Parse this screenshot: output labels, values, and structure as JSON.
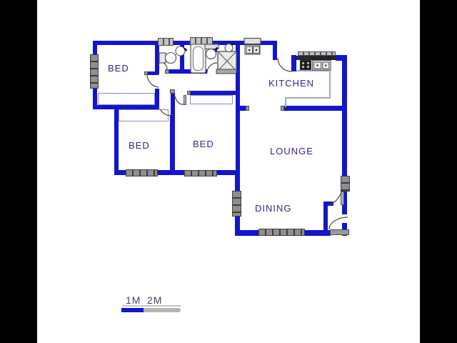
{
  "plan": {
    "rooms": [
      {
        "id": "bed-1",
        "label": "BED"
      },
      {
        "id": "bed-2",
        "label": "BED"
      },
      {
        "id": "bed-3",
        "label": "BED"
      },
      {
        "id": "kitchen",
        "label": "KITCHEN"
      },
      {
        "id": "lounge",
        "label": "LOUNGE"
      },
      {
        "id": "dining",
        "label": "DINING"
      }
    ],
    "fixtures": [
      "toilet",
      "wash-basin",
      "bathtub",
      "shower",
      "kitchen-sink",
      "stove",
      "built-in-cupboard",
      "window",
      "door-swing"
    ],
    "colors": {
      "wall": "#1414cf",
      "label_text": "#2b2b85",
      "window_gray": "#8f8f8f",
      "scale_blue": "#1414cf",
      "scale_gray": "#b4b4b4",
      "background": "#ffffff",
      "matte": "#000000"
    }
  },
  "scale": {
    "m1": "1M",
    "m2": "2M"
  }
}
